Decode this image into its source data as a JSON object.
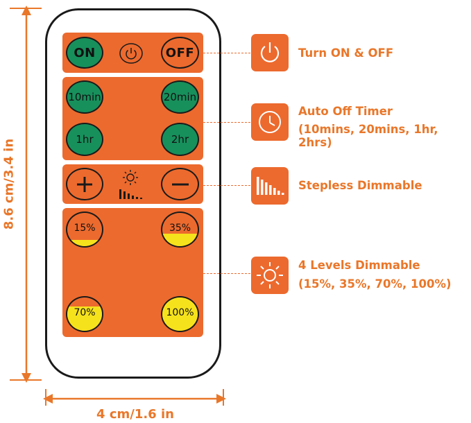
{
  "remote": {
    "on_label": "ON",
    "off_label": "OFF",
    "timer_buttons": [
      "10min",
      "20min",
      "1hr",
      "2hr"
    ],
    "level_buttons": [
      {
        "label": "15%",
        "fill_fraction": 0.18
      },
      {
        "label": "35%",
        "fill_fraction": 0.38
      },
      {
        "label": "70%",
        "fill_fraction": 0.72
      },
      {
        "label": "100%",
        "fill_fraction": 1.0
      }
    ]
  },
  "features": [
    {
      "title": "Turn ON & OFF",
      "subtitle": "",
      "icon": "power-icon"
    },
    {
      "title": "Auto Off Timer",
      "subtitle": "(10mins, 20mins, 1hr, 2hrs)",
      "icon": "clock-icon"
    },
    {
      "title": "Stepless Dimmable",
      "subtitle": "",
      "icon": "dimmer-bars-icon"
    },
    {
      "title": "4 Levels Dimmable",
      "subtitle": "(15%, 35%, 70%, 100%)",
      "icon": "sun-icon"
    }
  ],
  "dimensions": {
    "height_label": "8.6 cm/3.4 in",
    "width_label": "4 cm/1.6 in"
  },
  "colors": {
    "accent_orange": "#ec6a2e",
    "label_orange": "#e9772a",
    "button_green": "#17905c",
    "level_yellow": "#f6e21c"
  }
}
